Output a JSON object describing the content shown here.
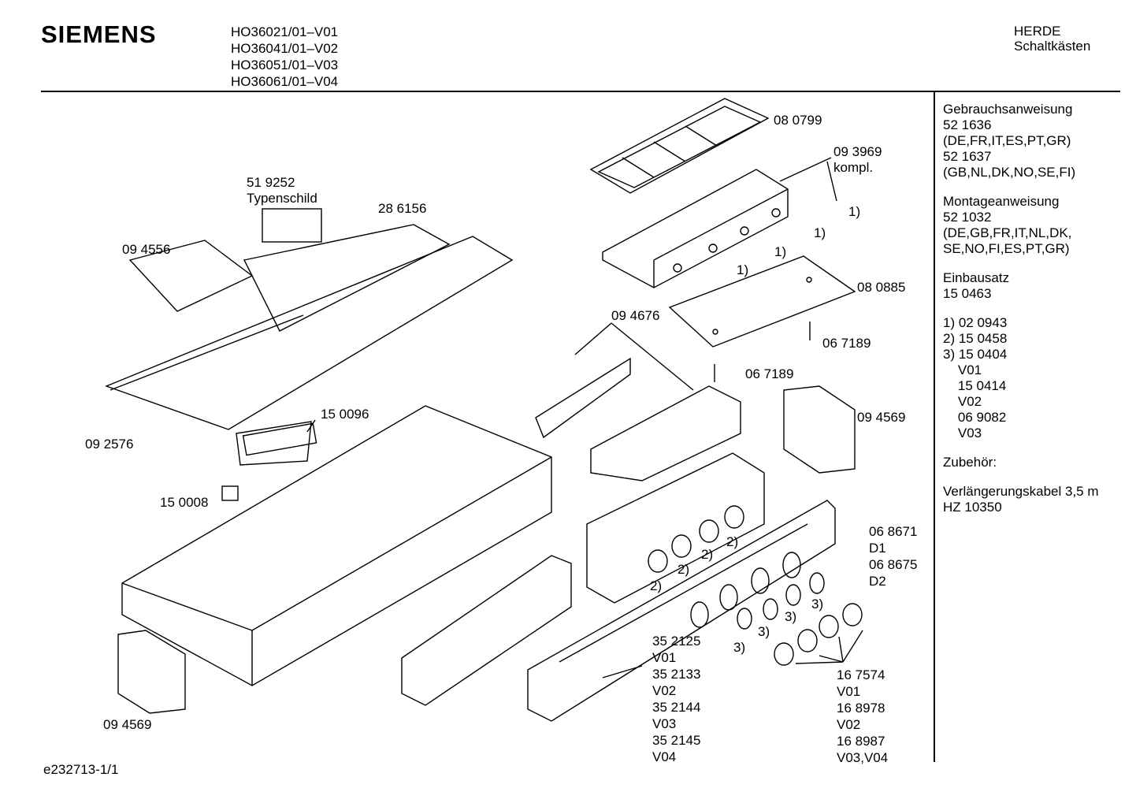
{
  "header": {
    "brand": "SIEMENS",
    "models": [
      "HO36021/01–V01",
      "HO36041/01–V02",
      "HO36051/01–V03",
      "HO36061/01–V04"
    ],
    "category": "HERDE",
    "subcategory": "Schaltkästen"
  },
  "sidebar": [
    "Gebrauchsanweisung",
    "52 1636",
    "(DE,FR,IT,ES,PT,GR)",
    "52 1637",
    "(GB,NL,DK,NO,SE,FI)",
    "",
    "Montageanweisung",
    "52 1032",
    "(DE,GB,FR,IT,NL,DK,",
    "SE,NO,FI,ES,PT,GR)",
    "",
    "Einbausatz",
    "15 0463",
    "",
    "1) 02 0943",
    "2) 15 0458",
    "3) 15 0404",
    "    V01",
    "    15 0414",
    "    V02",
    "    06 9082",
    "    V03",
    "",
    "Zubehör:",
    "",
    "Verlängerungskabel 3,5 m",
    "HZ 10350"
  ],
  "labels": {
    "p080799": "08 0799",
    "p093969": "09 3969",
    "kompl": "kompl.",
    "p519252": "51 9252",
    "typenschild": "Typenschild",
    "p286156": "28 6156",
    "p094556": "09 4556",
    "n1": "1)",
    "p080885": "08 0885",
    "p094676": "09 4676",
    "p067189": "06 7189",
    "p150096": "15 0096",
    "p094569": "09 4569",
    "p092576": "09 2576",
    "p150008": "15 0008",
    "n2": "2)",
    "n3": "3)",
    "p068671": "06 8671",
    "d1": "D1",
    "p068675": "06 8675",
    "d2": "D2"
  },
  "panel_parts": [
    "35 2125",
    "V01",
    "35 2133",
    "V02",
    "35 2144",
    "V03",
    "35 2145",
    "V04"
  ],
  "knob_parts": [
    "16 7574",
    "V01",
    "16 8978",
    "V02",
    "16 8987",
    "V03,V04"
  ],
  "footer": "e232713-1/1"
}
